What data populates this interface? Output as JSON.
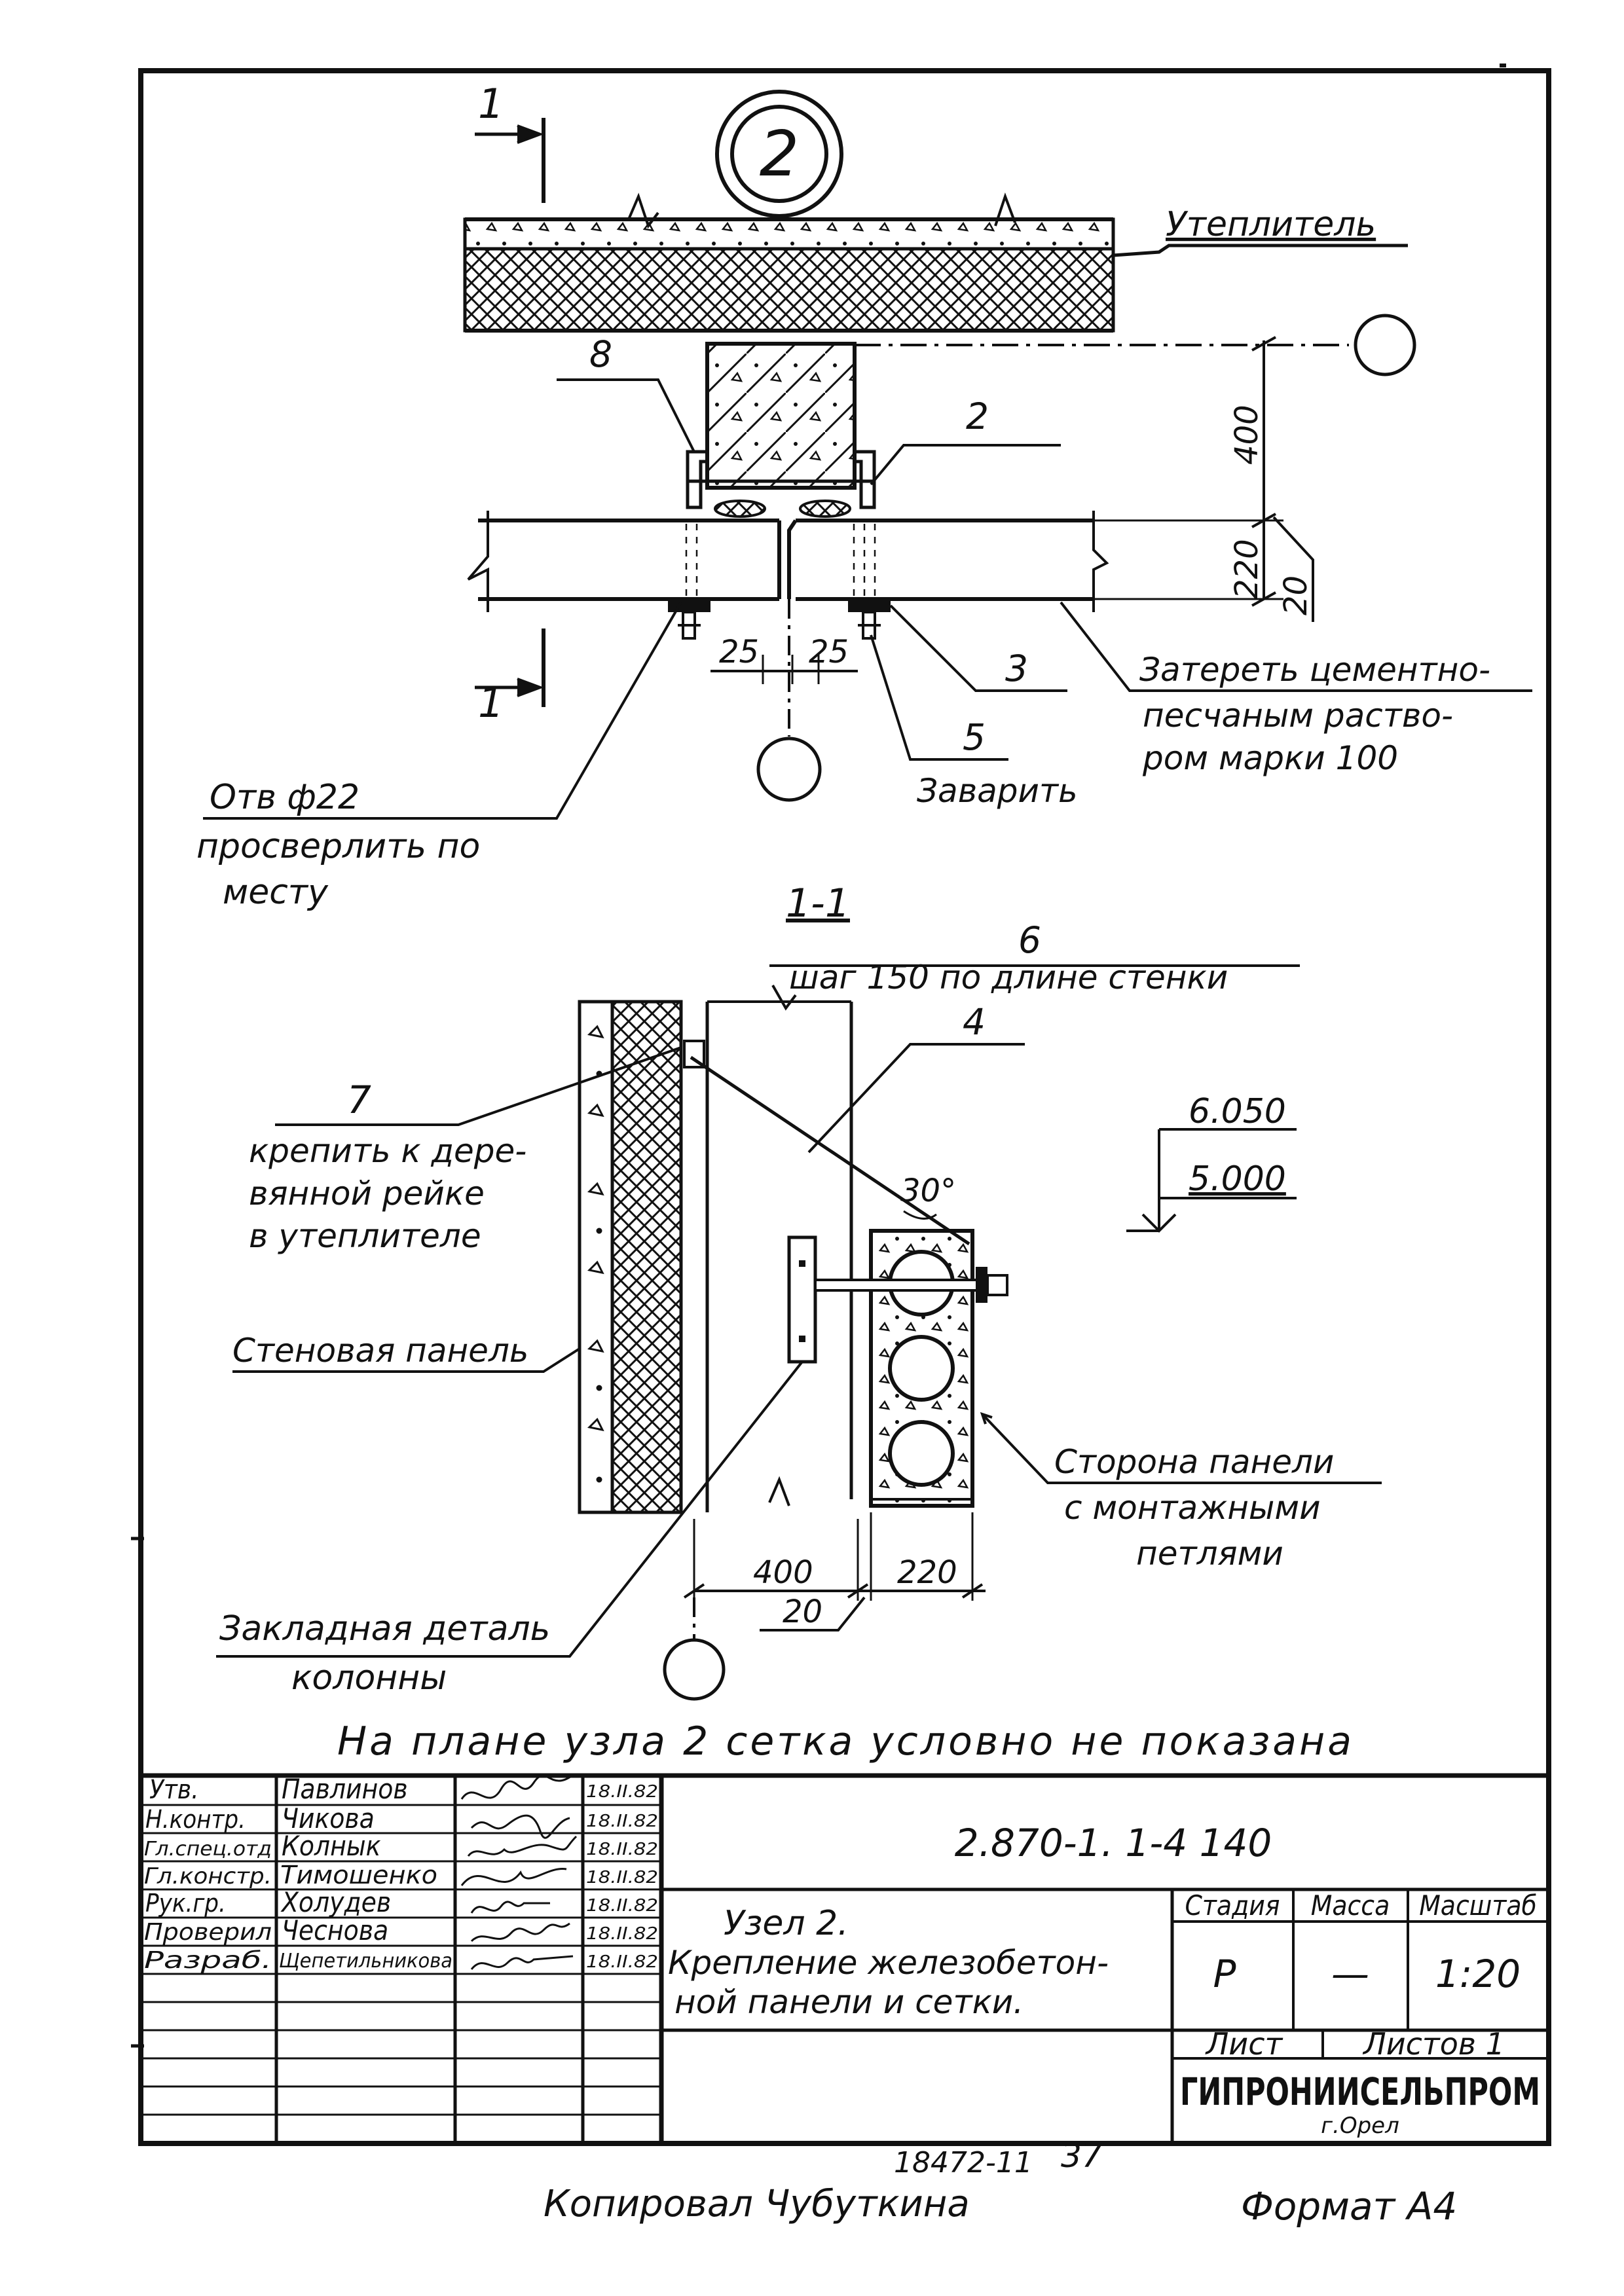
{
  "drawing": {
    "node_number": "2",
    "labels": {
      "insulation": "Утеплитель",
      "callout_8": "8",
      "callout_2": "2",
      "callout_3": "3",
      "callout_5": "5",
      "callout_6": "6",
      "callout_4": "4",
      "callout_7": "7",
      "section_mark": "1",
      "section_title": "1-1",
      "grout_note_1": "Затереть цементно-",
      "grout_note_2": "песчаным раство-",
      "grout_note_3": "ром марки 100",
      "weld_note": "Заварить",
      "hole_note_1": "Отв ф22",
      "hole_note_2": "просверлить по",
      "hole_note_3": "месту",
      "pitch_note": "шаг 150 по длине стенки",
      "fix_note_1": "крепить к дере-",
      "fix_note_2": "вянной рейке",
      "fix_note_3": "в утеплителе",
      "wall_panel": "Стеновая панель",
      "panel_side_1": "Сторона панели",
      "panel_side_2": "с монтажными",
      "panel_side_3": "петлями",
      "embedded_1": "Закладная деталь",
      "embedded_2": "колонны",
      "elev_top": "6.050",
      "elev_bottom": "5.000",
      "angle": "30°",
      "footnote": "На плане узла 2 сетка условно не показана"
    },
    "dimensions": {
      "d400": "400",
      "d220": "220",
      "d20": "20",
      "d25a": "25",
      "d25b": "25",
      "s400": "400",
      "s220": "220",
      "s20": "20"
    }
  },
  "title_block": {
    "doc_code": "2.870-1. 1-4  140",
    "rows": [
      {
        "role": "Утв.",
        "name": "Павлинов",
        "date": "18.II.82"
      },
      {
        "role": "Н.контр.",
        "name": "Чикова",
        "date": "18.II.82"
      },
      {
        "role": "Гл.спец.отд",
        "name": "Колнык",
        "date": "18.II.82"
      },
      {
        "role": "Гл.констр.",
        "name": "Тимошенко",
        "date": "18.II.82"
      },
      {
        "role": "Рук.гр.",
        "name": "Холудев",
        "date": "18.II.82"
      },
      {
        "role": "Проверил",
        "name": "Чеснова",
        "date": "18.II.82"
      },
      {
        "role": "Разраб.",
        "name": "Щепетильникова",
        "date": "18.II.82"
      }
    ],
    "title_1": "Узел 2.",
    "title_2": "Крепление железобетон-",
    "title_3": "ной панели и сетки.",
    "stage_header": "Стадия",
    "mass_header": "Масса",
    "scale_header": "Масштаб",
    "stage_value": "Р",
    "mass_value": "—",
    "scale_value": "1:20",
    "sheet_label": "Лист",
    "sheets_label": "Листов 1",
    "org_name": "ГИПРОНИИСЕЛЬПРОМ",
    "org_city": "г.Орел"
  },
  "footer": {
    "copied_by": "Копировал  Чубуткина",
    "archive_no": "18472-11",
    "page_no": "37",
    "format": "Формат А4"
  }
}
